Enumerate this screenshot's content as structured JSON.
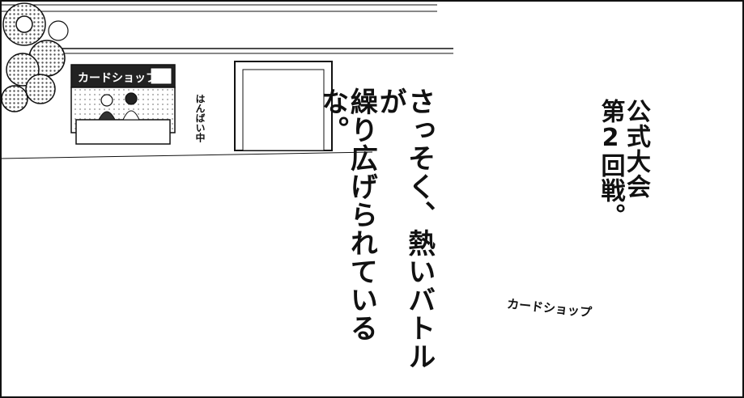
{
  "narration": {
    "lines": [
      "公式大会",
      "第2回戦。"
    ]
  },
  "dialogue": {
    "lines": [
      "さっそく、熱いバトルが",
      "繰り広げられているな。"
    ]
  },
  "signs": {
    "shop_sign": "カードショップ",
    "banner": "はんばい中",
    "apron": "カードショップ"
  },
  "colors": {
    "ink": "#111111",
    "paper": "#ffffff",
    "tone": "#9a9a9a"
  }
}
